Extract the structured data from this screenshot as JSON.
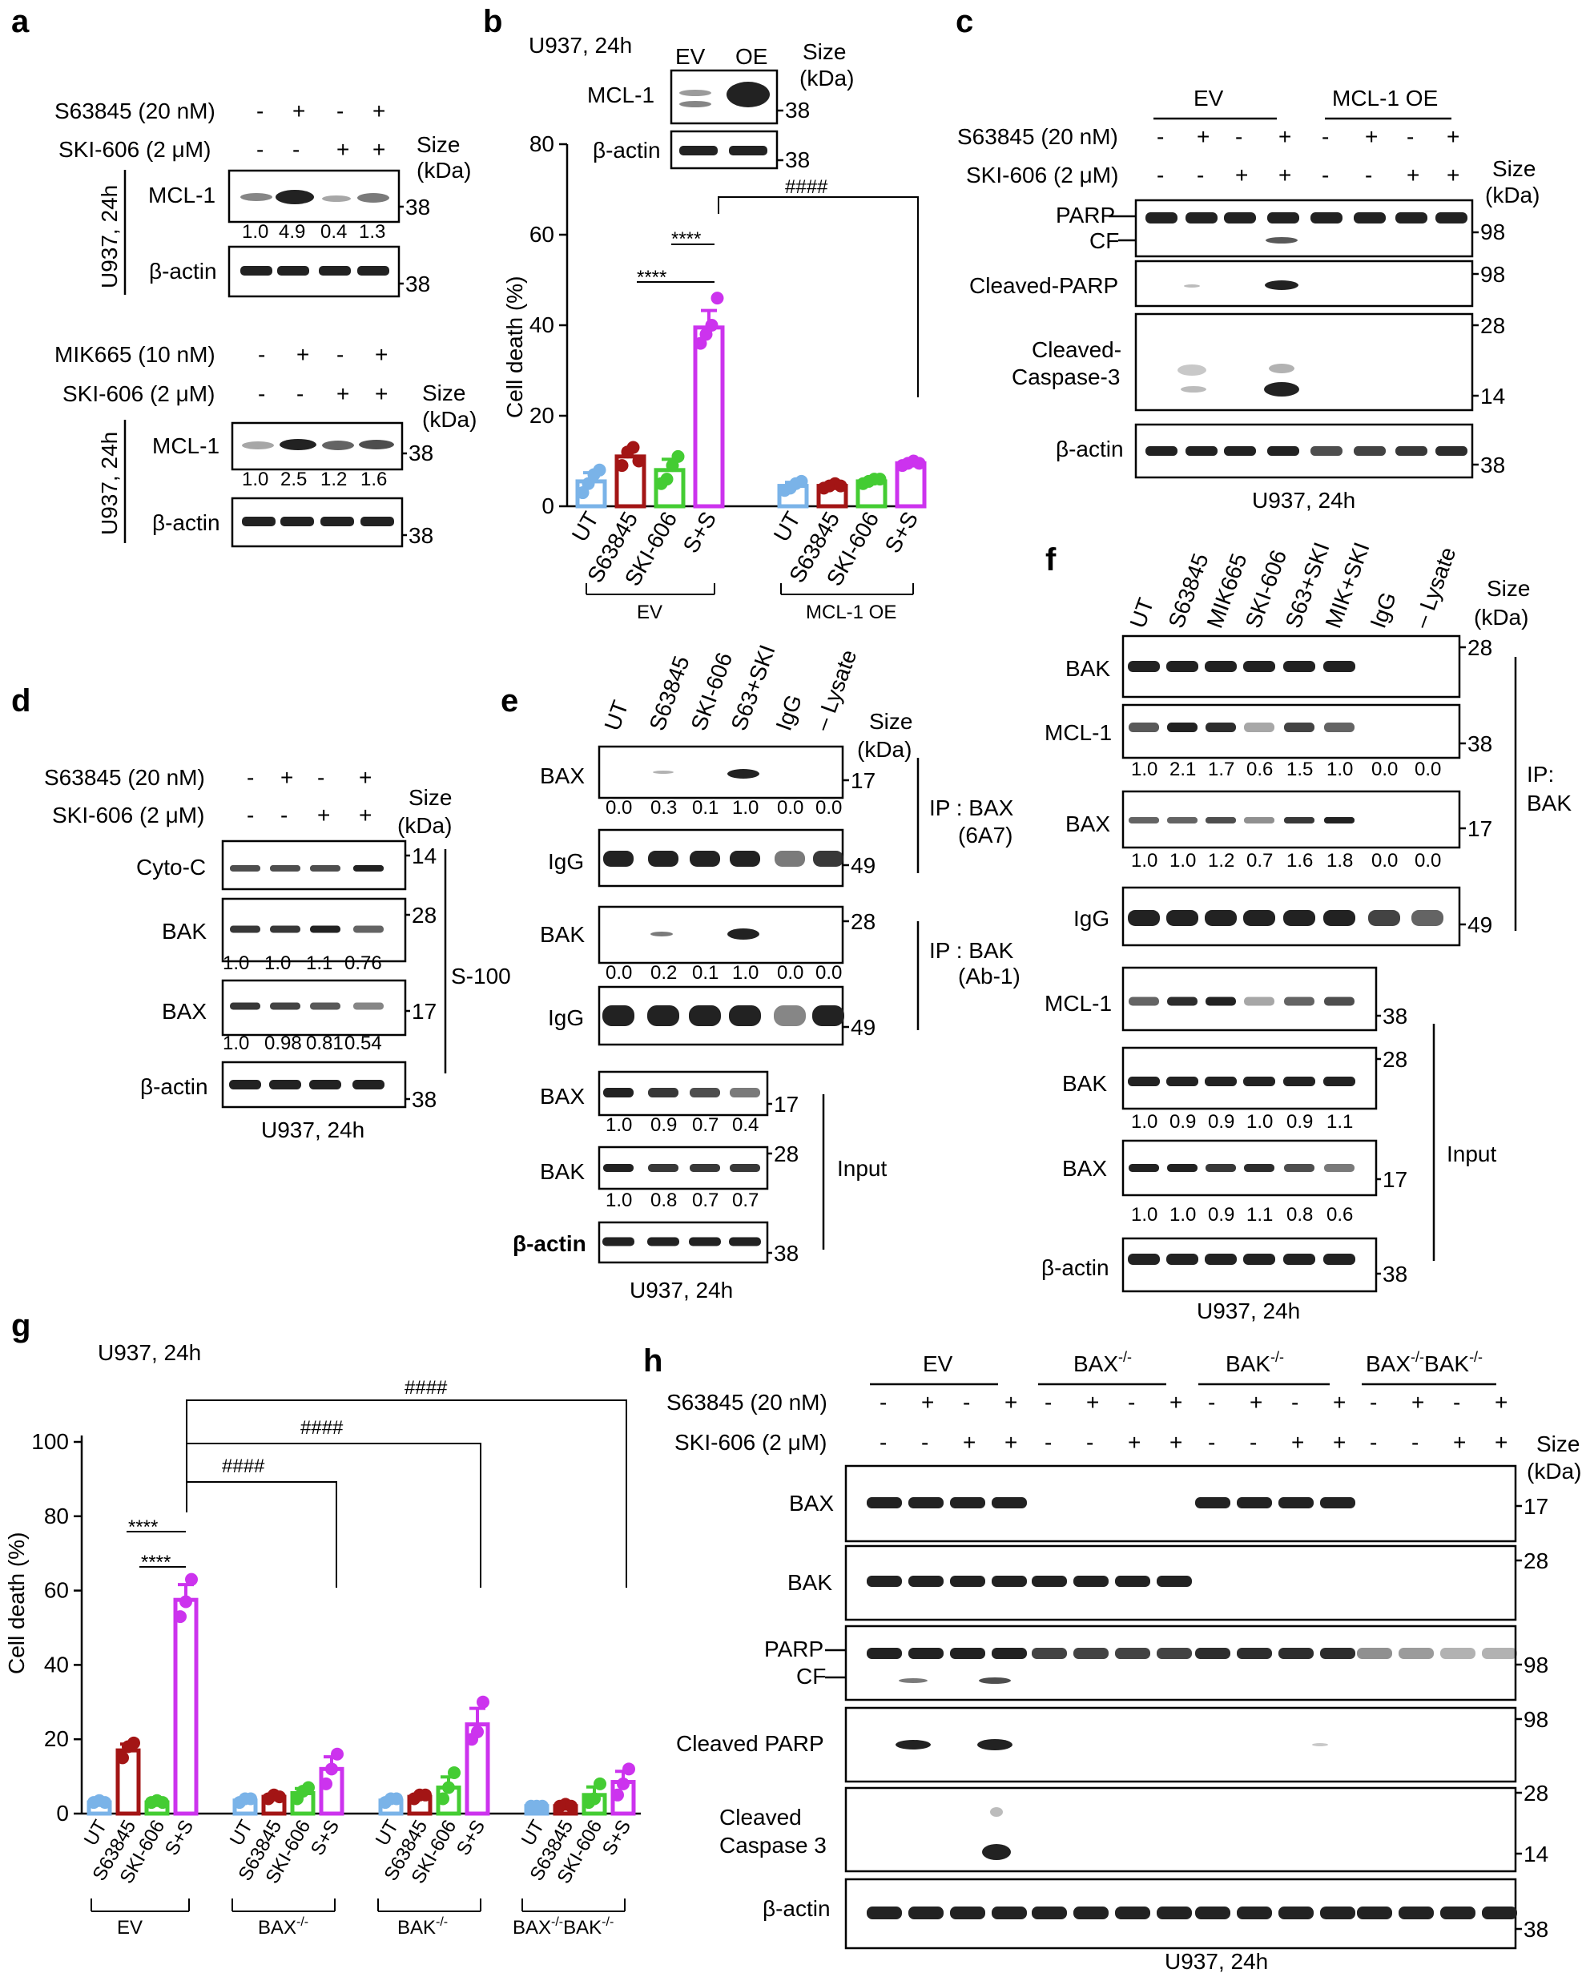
{
  "panels": [
    "a",
    "b",
    "c",
    "d",
    "e",
    "f",
    "g",
    "h"
  ],
  "a": {
    "top": {
      "rows": [
        {
          "label": "S63845 (20 nM)",
          "signs": [
            "-",
            "+",
            "-",
            "+"
          ]
        },
        {
          "label": "SKI-606 (2 μM)",
          "signs": [
            "-",
            "-",
            "+",
            "+"
          ]
        }
      ],
      "size": "Size",
      "kda": "(kDa)",
      "cell": "U937, 24h",
      "blot1": "MCL-1",
      "quant": [
        "1.0",
        "4.9",
        "0.4",
        "1.3"
      ],
      "blot2": "β-actin",
      "m1": "38",
      "m2": "38"
    },
    "bottom": {
      "rows": [
        {
          "label": "MIK665 (10 nM)",
          "signs": [
            "-",
            "+",
            "-",
            "+"
          ]
        },
        {
          "label": "SKI-606 (2 μM)",
          "signs": [
            "-",
            "-",
            "+",
            "+"
          ]
        }
      ],
      "size": "Size",
      "kda": "(kDa)",
      "cell": "U937, 24h",
      "blot1": "MCL-1",
      "quant": [
        "1.0",
        "2.5",
        "1.2",
        "1.6"
      ],
      "blot2": "β-actin",
      "m1": "38",
      "m2": "38"
    }
  },
  "b": {
    "cell": "U937, 24h",
    "lanes": [
      "EV",
      "OE"
    ],
    "size": "Size",
    "kda": "(kDa)",
    "blot1": "MCL-1",
    "blot2": "β-actin",
    "m1": "38",
    "m2": "38",
    "sig1": "****",
    "sig2": "****",
    "sig3": "####"
  },
  "c": {
    "groups": [
      "EV",
      "MCL-1 OE"
    ],
    "rows": [
      {
        "label": "S63845 (20 nM)",
        "signs": [
          "-",
          "+",
          "-",
          "+",
          "-",
          "+",
          "-",
          "+"
        ]
      },
      {
        "label": "SKI-606 (2 μM)",
        "signs": [
          "-",
          "-",
          "+",
          "+",
          "-",
          "-",
          "+",
          "+"
        ]
      }
    ],
    "size": "Size",
    "kda": "(kDa)",
    "parp": "PARP",
    "cf": "CF",
    "cleaved_parp": "Cleaved-PARP",
    "casp_1": "Cleaved-",
    "casp_2": "Caspase-3",
    "actin": "β-actin",
    "m_parp": "98",
    "m_cparp": "98",
    "m_c28": "28",
    "m_c14": "14",
    "m_actin": "38",
    "footer": "U937, 24h"
  },
  "d": {
    "rows": [
      {
        "label": "S63845 (20 nM)",
        "signs": [
          "-",
          "+",
          "-",
          "+"
        ]
      },
      {
        "label": "SKI-606 (2 μM)",
        "signs": [
          "-",
          "-",
          "+",
          "+"
        ]
      }
    ],
    "size": "Size",
    "kda": "(kDa)",
    "cytoc": "Cyto-C",
    "bak": "BAK",
    "bax": "BAX",
    "actin": "β-actin",
    "q_bak": [
      "1.0",
      "1.0",
      "1.1",
      "0.76"
    ],
    "q_bax": [
      "1.0",
      "0.98",
      "0.81",
      "0.54"
    ],
    "m_cytoc": "14",
    "m_bak": "28",
    "m_bax": "17",
    "m_actin": "38",
    "fraction": "S-100",
    "footer": "U937, 24h"
  },
  "e": {
    "lanes": [
      "UT",
      "S63845",
      "SKI-606",
      "S63+SKI",
      "IgG",
      "– Lysate"
    ],
    "size": "Size",
    "kda": "(kDa)",
    "bax": "BAX",
    "igg": "IgG",
    "bak": "BAK",
    "actin": "β-actin",
    "q_ipbax": [
      "0.0",
      "0.3",
      "0.1",
      "1.0",
      "0.0",
      "0.0"
    ],
    "q_ipbak": [
      "0.0",
      "0.2",
      "0.1",
      "1.0",
      "0.0",
      "0.0"
    ],
    "q_inbax": [
      "1.0",
      "0.9",
      "0.7",
      "0.4"
    ],
    "q_inbak": [
      "1.0",
      "0.8",
      "0.7",
      "0.7"
    ],
    "ip1a": "IP : BAX",
    "ip1b": "(6A7)",
    "ip2a": "IP : BAK",
    "ip2b": "(Ab-1)",
    "input": "Input",
    "m17": "17",
    "m49": "49",
    "m28": "28",
    "m38": "38",
    "footer": "U937, 24h"
  },
  "f": {
    "lanes": [
      "UT",
      "S63845",
      "MIK665",
      "SKI-606",
      "S63+SKI",
      "MIK+SKI",
      "IgG",
      "– Lysate"
    ],
    "size": "Size",
    "kda": "(kDa)",
    "bak": "BAK",
    "mcl1": "MCL-1",
    "bax": "BAX",
    "igg": "IgG",
    "actin": "β-actin",
    "q_ipmcl1": [
      "1.0",
      "2.1",
      "1.7",
      "0.6",
      "1.5",
      "1.0",
      "0.0",
      "0.0"
    ],
    "q_ipbax": [
      "1.0",
      "1.0",
      "1.2",
      "0.7",
      "1.6",
      "1.8",
      "0.0",
      "0.0"
    ],
    "q_inbak": [
      "1.0",
      "0.9",
      "0.9",
      "1.0",
      "0.9",
      "1.1"
    ],
    "q_inbax": [
      "1.0",
      "1.0",
      "0.9",
      "1.1",
      "0.8",
      "0.6"
    ],
    "ip1": "IP:",
    "ip2": "BAK",
    "input": "Input",
    "m28": "28",
    "m38": "38",
    "m17": "17",
    "m49": "49",
    "footer": "U937, 24h"
  },
  "g": {
    "cell": "U937, 24h",
    "groups": [
      "EV",
      "BAX",
      "BAK",
      "BAX",
      "BAK"
    ],
    "sup": "-/-",
    "sig": "****",
    "sig_hash": "####"
  },
  "h": {
    "groups": [
      "EV",
      "BAX",
      "BAK",
      "BAX",
      "BAK"
    ],
    "sup": "-/-",
    "rows": [
      {
        "label": "S63845 (20 nM)",
        "signs": [
          "-",
          "+",
          "-",
          "+",
          "-",
          "+",
          "-",
          "+",
          "-",
          "+",
          "-",
          "+",
          "-",
          "+",
          "-",
          "+"
        ]
      },
      {
        "label": "SKI-606 (2 μM)",
        "signs": [
          "-",
          "-",
          "+",
          "+",
          "-",
          "-",
          "+",
          "+",
          "-",
          "-",
          "+",
          "+",
          "-",
          "-",
          "+",
          "+"
        ]
      }
    ],
    "size": "Size",
    "kda": "(kDa)",
    "bax": "BAX",
    "bak": "BAK",
    "parp": "PARP",
    "cf": "CF",
    "cleaved_parp": "Cleaved PARP",
    "casp_1": "Cleaved",
    "casp_2": "Caspase 3",
    "actin": "β-actin",
    "m17": "17",
    "m28": "28",
    "m98a": "98",
    "m98b": "98",
    "m28b": "28",
    "m14": "14",
    "m38": "38",
    "footer": "U937, 24h"
  },
  "chart_data": [
    {
      "panel": "b",
      "type": "bar",
      "ylabel": "Cell death (%)",
      "ylim": [
        0,
        80
      ],
      "yticks": [
        0,
        20,
        40,
        60,
        80
      ],
      "groups": [
        {
          "name": "EV",
          "categories": [
            "UT",
            "S63845",
            "SKI-606",
            "S+S"
          ],
          "values": [
            5.5,
            11,
            8,
            39.5
          ],
          "points": [
            [
              3,
              5,
              7,
              8
            ],
            [
              9,
              12,
              13,
              10
            ],
            [
              5,
              6,
              9,
              11
            ],
            [
              36,
              38,
              40,
              46
            ]
          ]
        },
        {
          "name": "MCL-1 OE",
          "categories": [
            "UT",
            "S63845",
            "SKI-606",
            "S+S"
          ],
          "values": [
            4.5,
            4.5,
            5.5,
            9.5
          ],
          "points": [
            [
              3.5,
              4,
              5,
              5.5
            ],
            [
              4,
              4.5,
              5,
              4.5
            ],
            [
              5,
              5.5,
              6,
              6
            ],
            [
              9,
              9.5,
              10,
              9.5
            ]
          ]
        }
      ],
      "colors": [
        "#7ab3e8",
        "#a31515",
        "#44cc33",
        "#cc33ee"
      ]
    },
    {
      "panel": "g",
      "type": "bar",
      "ylabel": "Cell death (%)",
      "ylim": [
        0,
        100
      ],
      "yticks": [
        0,
        20,
        40,
        60,
        80,
        100
      ],
      "groups": [
        {
          "name": "EV",
          "categories": [
            "UT",
            "S63845",
            "SKI-606",
            "S+S"
          ],
          "values": [
            3,
            17,
            3,
            57.5
          ],
          "points": [
            [
              3,
              3.5,
              3
            ],
            [
              15,
              18,
              19
            ],
            [
              3,
              3.5,
              3
            ],
            [
              53,
              57,
              63
            ]
          ]
        },
        {
          "name": "BAX-/-",
          "categories": [
            "UT",
            "S63845",
            "SKI-606",
            "S+S"
          ],
          "values": [
            3.5,
            4.5,
            5.5,
            12
          ],
          "points": [
            [
              3,
              4,
              4
            ],
            [
              4,
              5,
              4.5
            ],
            [
              4,
              6,
              7
            ],
            [
              8,
              12,
              16
            ]
          ]
        },
        {
          "name": "BAK-/-",
          "categories": [
            "UT",
            "S63845",
            "SKI-606",
            "S+S"
          ],
          "values": [
            3.5,
            4.5,
            7,
            24
          ],
          "points": [
            [
              3,
              4,
              4
            ],
            [
              4,
              5,
              5
            ],
            [
              4,
              7,
              11
            ],
            [
              20,
              22,
              30
            ]
          ]
        },
        {
          "name": "BAX-/-BAK-/-",
          "categories": [
            "UT",
            "S63845",
            "SKI-606",
            "S+S"
          ],
          "values": [
            2,
            2,
            5,
            8.5
          ],
          "points": [
            [
              2,
              2,
              2
            ],
            [
              2,
              2.5,
              2
            ],
            [
              3,
              4,
              8
            ],
            [
              5,
              8,
              12
            ]
          ]
        }
      ],
      "colors": [
        "#7ab3e8",
        "#a31515",
        "#44cc33",
        "#cc33ee"
      ]
    }
  ]
}
